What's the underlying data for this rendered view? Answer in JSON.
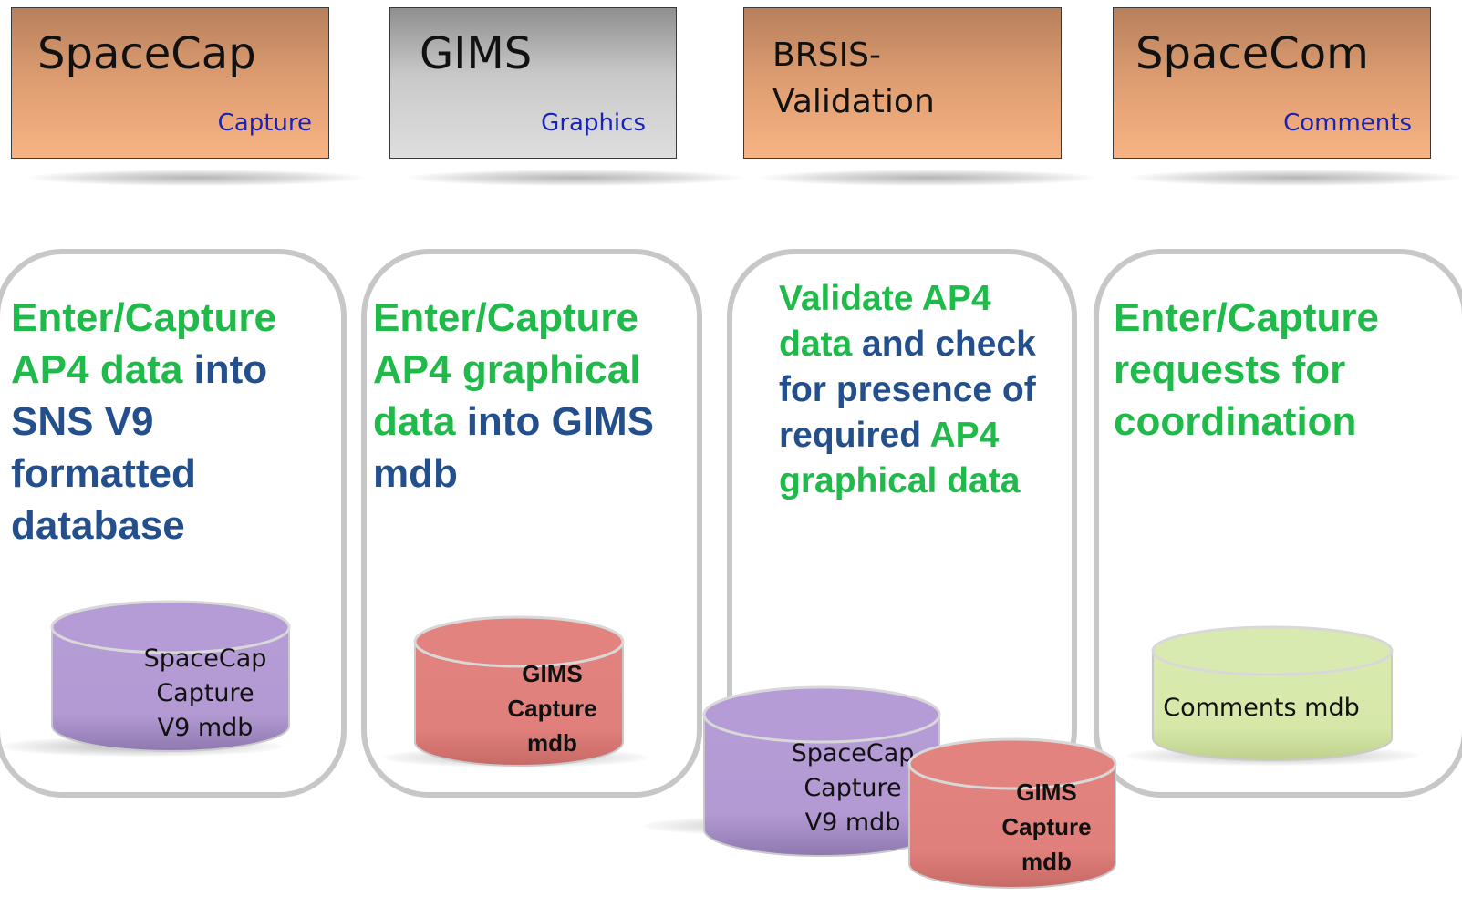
{
  "headers": [
    {
      "title": "SpaceCap",
      "subtitle": "Capture"
    },
    {
      "title": "GIMS",
      "subtitle": "Graphics"
    },
    {
      "title": "BRSIS-\nValidation",
      "subtitle": ""
    },
    {
      "title": "SpaceCom",
      "subtitle": "Comments"
    }
  ],
  "panels": [
    {
      "segments": [
        {
          "text": "Enter/Capture AP4 data",
          "color": "green"
        },
        {
          "text": " into SNS V9 formatted database",
          "color": "blue"
        }
      ]
    },
    {
      "segments": [
        {
          "text": "Enter/Capture AP4 graphical data",
          "color": "green"
        },
        {
          "text": " into GIMS mdb",
          "color": "blue"
        }
      ]
    },
    {
      "segments": [
        {
          "text": "Validate AP4 data",
          "color": "green"
        },
        {
          "text": " and check for presence of required ",
          "color": "blue"
        },
        {
          "text": "AP4 graphical data",
          "color": "green"
        }
      ]
    },
    {
      "segments": [
        {
          "text": "Enter/Capture requests for coordination",
          "color": "green"
        }
      ]
    }
  ],
  "databases": [
    {
      "label": "SpaceCap Capture V9 mdb",
      "color": "purple"
    },
    {
      "label": "GIMS Capture mdb",
      "color": "red"
    },
    {
      "label": "SpaceCap Capture V9 mdb",
      "color": "purple"
    },
    {
      "label": "GIMS Capture mdb",
      "color": "red"
    },
    {
      "label": "Comments mdb",
      "color": "lightgreen"
    }
  ],
  "colors": {
    "header_orange": "#e9a577",
    "header_gray": "#d6d6d6",
    "subtitle_blue": "#1a23b8",
    "text_green": "#1fba4a",
    "text_blue": "#234f8c",
    "panel_border": "#c7c7c7",
    "db_purple": "#b39ad3",
    "db_red": "#e07f7b",
    "db_lightgreen": "#d6e8a8"
  }
}
